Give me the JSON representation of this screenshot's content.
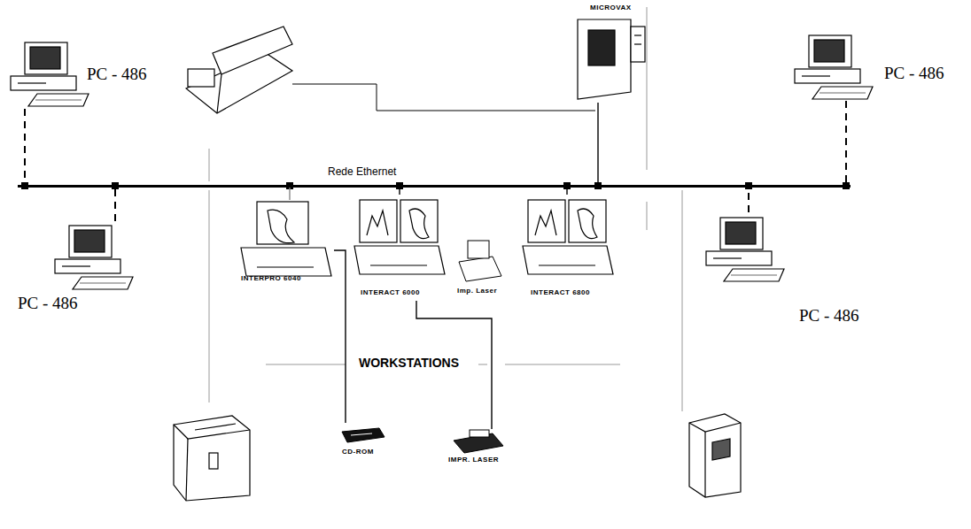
{
  "diagram": {
    "nodes": [
      {
        "text": [
          "MICROVAX"
        ]
      },
      {
        "text": [
          "PC - 486"
        ]
      },
      {
        "text": [
          "PC - 486"
        ]
      },
      {
        "text": [
          "Rede Ethernet"
        ]
      },
      {
        "text": [
          "PC - 486"
        ]
      },
      {
        "text": [
          "INTERPRO 6040"
        ]
      },
      {
        "text": [
          "INTERACT 6000"
        ]
      },
      {
        "text": [
          "Imp. Laser"
        ]
      },
      {
        "text": [
          "INTERACT 6800"
        ]
      },
      {
        "text": [
          "PC - 486"
        ]
      },
      {
        "text": [
          "CD-ROM"
        ]
      },
      {
        "text": [
          "IMPR. LASER"
        ]
      }
    ],
    "edges": [
      {
        "from": 1,
        "to": 3,
        "arrow": "none"
      },
      {
        "from": 2,
        "to": 3,
        "arrow": "none"
      },
      {
        "from": 0,
        "to": 3,
        "arrow": "none"
      },
      {
        "from": 4,
        "to": 3,
        "arrow": "none"
      },
      {
        "from": 5,
        "to": 3,
        "arrow": "none"
      },
      {
        "from": 6,
        "to": 3,
        "arrow": "none"
      },
      {
        "from": 8,
        "to": 3,
        "arrow": "none"
      },
      {
        "from": 9,
        "to": 3,
        "arrow": "none"
      },
      {
        "from": 5,
        "to": 10,
        "arrow": "none"
      },
      {
        "from": 6,
        "to": 11,
        "arrow": "none"
      }
    ],
    "labels": [
      "WORKSTATIONS"
    ]
  }
}
